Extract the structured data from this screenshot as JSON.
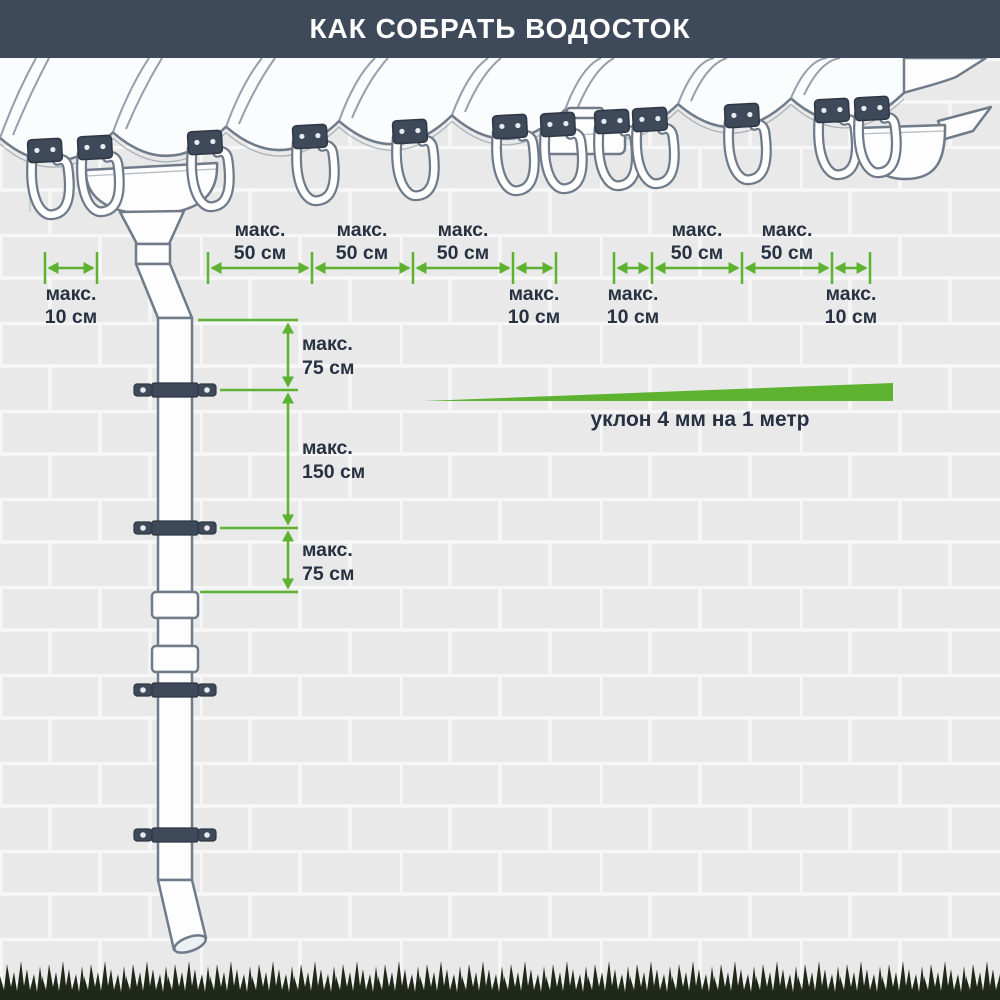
{
  "header": {
    "title": "КАК СОБРАТЬ ВОДОСТОК"
  },
  "labels": {
    "max_50": {
      "line1": "макс.",
      "line2": "50 см"
    },
    "max_10": {
      "line1": "макс.",
      "line2": "10 см"
    },
    "max_75": {
      "line1": "макс.",
      "line2": "75 см"
    },
    "max_150": {
      "line1": "макс.",
      "line2": "150 см"
    },
    "slope": "уклон 4 мм на 1 метр"
  },
  "colors": {
    "header_bg": "#3e4959",
    "accent_green": "#5db230",
    "text_dark": "#273142",
    "wall": "#e9e9e9",
    "outline_gray": "#707b8a",
    "hardware_slate": "#3e4959",
    "grass_dark": "#20281a"
  }
}
